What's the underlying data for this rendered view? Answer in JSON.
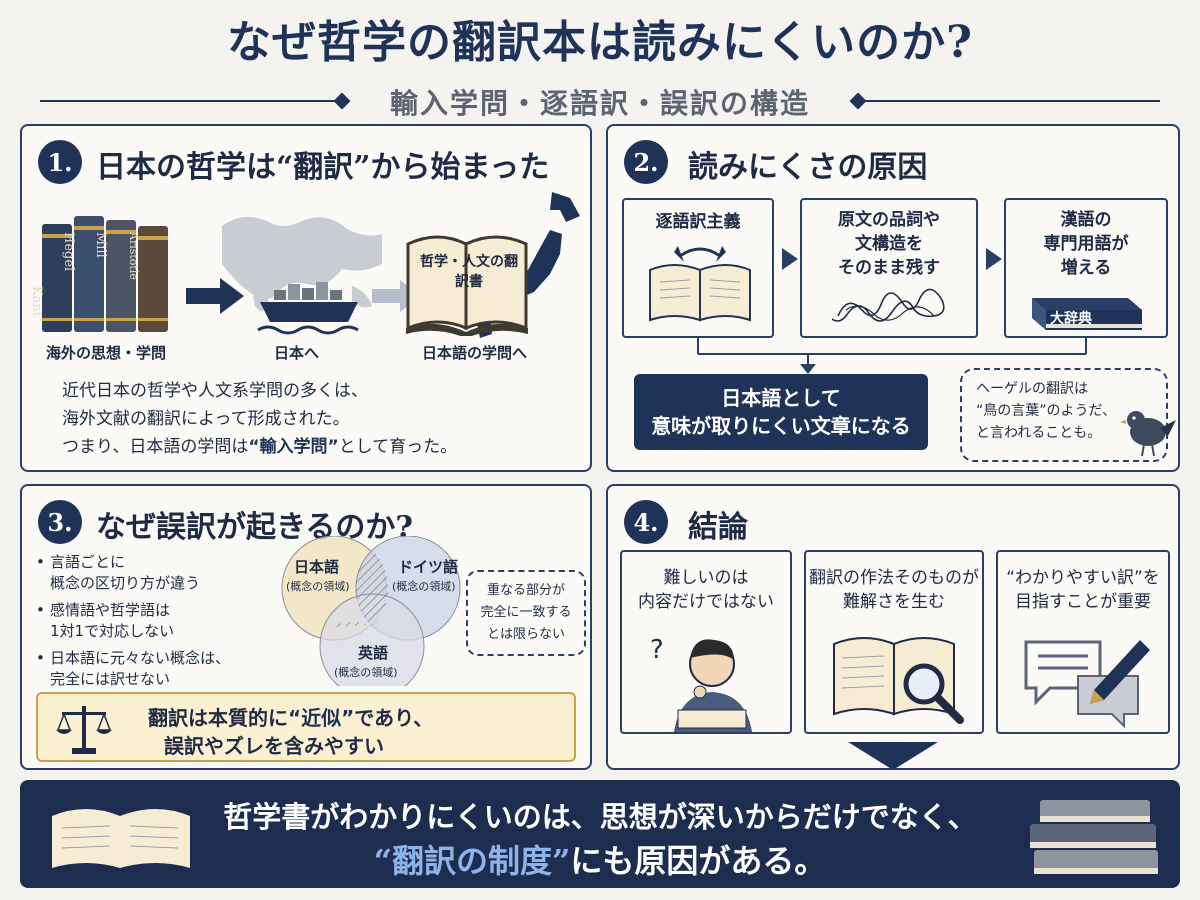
{
  "header": {
    "title": "なぜ哲学の翻訳本は読みにくいのか?",
    "subtitle": "輸入学問・逐語訳・誤訳の構造"
  },
  "panel1": {
    "number": "1.",
    "title": "日本の哲学は“翻訳”から始まった",
    "book_spines": [
      "Kant",
      "Hegel",
      "Mill",
      "Aristotle"
    ],
    "captions": [
      "海外の思想・学問",
      "日本へ",
      "日本語の学問へ"
    ],
    "book_label": "哲学・人文の翻訳書",
    "body_line1": "近代日本の哲学や人文系学問の多くは、",
    "body_line2": "海外文献の翻訳によって形成された。",
    "body_line3_a": "つまり、日本語の学問は",
    "body_line3_em": "“輸入学問”",
    "body_line3_b": "として育った。"
  },
  "panel2": {
    "number": "2.",
    "title": "読みにくさの原因",
    "cause1": "逐語訳主義",
    "cause2_l1": "原文の品詞や",
    "cause2_l2": "文構造を",
    "cause2_l3": "そのまま残す",
    "cause3_l1": "漢語の",
    "cause3_l2": "専門用語が",
    "cause3_l3": "増える",
    "dict_label": "大辞典",
    "result_l1": "日本語として",
    "result_l2": "意味が取りにくい文章になる",
    "bubble_l1": "ヘーゲルの翻訳は",
    "bubble_l2": "“鳥の言葉”のようだ、",
    "bubble_l3": "と言われることも。"
  },
  "panel3": {
    "number": "3.",
    "title": "なぜ誤訳が起きるのか?",
    "bullets": [
      "言語ごとに概念の区切り方が違う",
      "感情語や哲学語は1対1で対応しない",
      "日本語に元々ない概念は、完全には訳せない"
    ],
    "bullet1_l1": "言語ごとに",
    "bullet1_l2": "概念の区切り方が違う",
    "bullet2_l1": "感情語や哲学語は",
    "bullet2_l2": "1対1で対応しない",
    "bullet3_l1": "日本語に元々ない概念は、",
    "bullet3_l2": "完全には訳せない",
    "venn": {
      "jp": "日本語",
      "de": "ドイツ語",
      "en": "英語",
      "sub": "(概念の領域)"
    },
    "note_l1": "重なる部分が",
    "note_l2": "完全に一致する",
    "note_l3": "とは限らない",
    "callout_l1_a": "翻訳は本質的に",
    "callout_l1_em": "“近似”",
    "callout_l1_b": "であり、",
    "callout_l2": "誤訳やズレを含みやすい"
  },
  "panel4": {
    "number": "4.",
    "title": "結論",
    "card1_l1": "難しいのは",
    "card1_l2": "内容だけではない",
    "card2_l1": "翻訳の作法そのものが",
    "card2_l2": "難解さを生む",
    "card3_l1": "“わかりやすい訳”を",
    "card3_l2": "目指すことが重要"
  },
  "footer": {
    "line1": "哲学書がわかりにくいのは、思想が深いからだけでなく、",
    "line2_em": "“翻訳の制度”",
    "line2_b": "にも原因がある。"
  },
  "colors": {
    "navy": "#1f3358",
    "cream": "#fbf3dc",
    "gold": "#c9a24a"
  }
}
